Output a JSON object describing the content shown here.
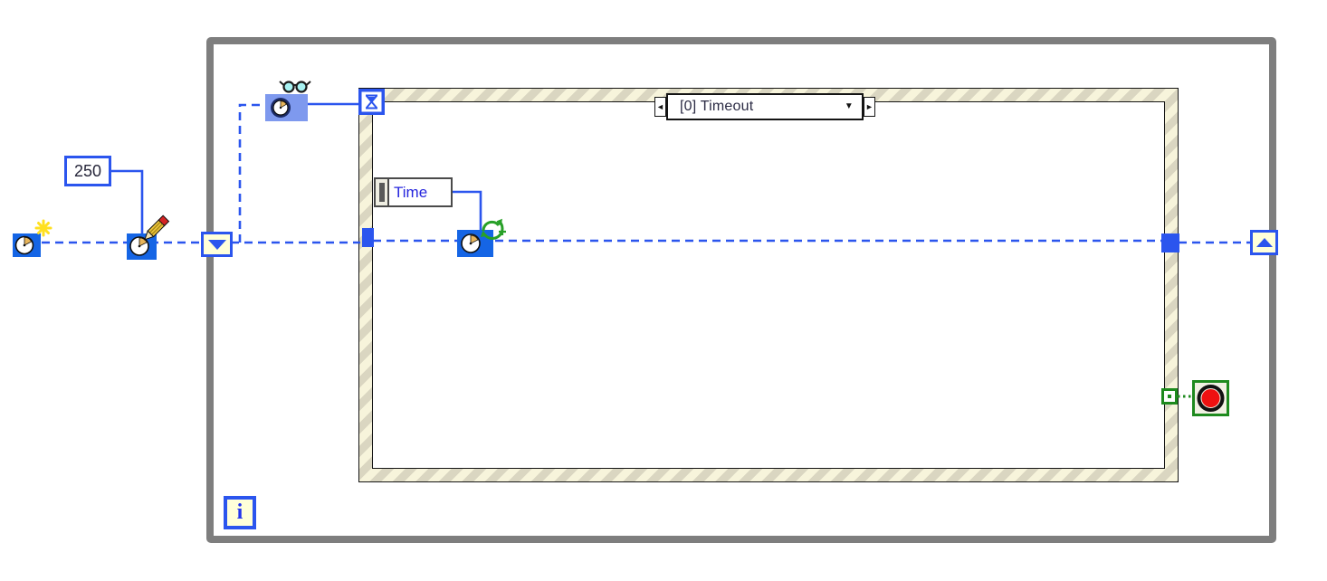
{
  "labels": {
    "timeout_constant": "250",
    "time_indicator": "Time",
    "event_case_selector": "[0] Timeout",
    "loop_iteration": "i"
  },
  "icons": {
    "case_prev_arrow": "◄",
    "case_next_arrow": "►",
    "case_dropdown_arrow": "▼",
    "clock_create": "clock with sparkle (create/obtain)",
    "clock_write": "clock with pencil (write/set)",
    "clock_read": "clock with glasses (read/wait)",
    "hourglass_timeout": "hourglass event-timeout terminal",
    "clock_elapsed": "clock with green refresh arrows",
    "stop_button": "red stop button terminal"
  },
  "colors": {
    "wire_blue": "#2B55EE",
    "icon_blue": "#1565E5",
    "icon_periwinkle": "#7E99EE",
    "loop_gray": "#7E7E7E",
    "hatch_cream": "#F7F4DB",
    "hatch_tan": "#DAD6C1",
    "terminal_yellow": "#FFFFD9",
    "boolean_green": "#1E8A1E",
    "stop_red": "#EE1111",
    "clock_tan": "#E8B55A"
  }
}
